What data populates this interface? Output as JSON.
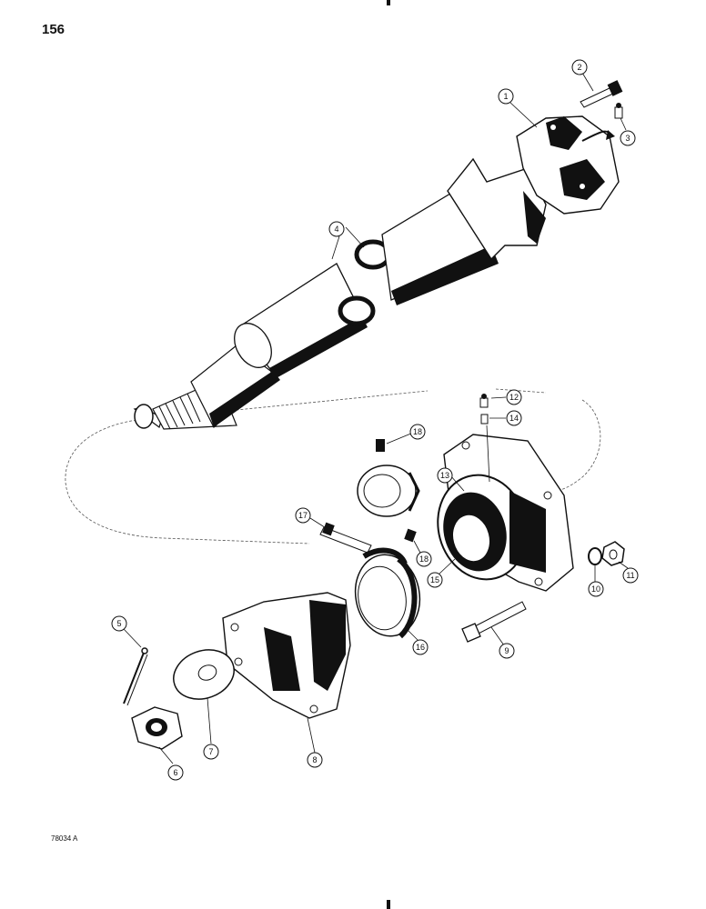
{
  "page": {
    "number": "156",
    "figure_code": "78034 A"
  },
  "callouts": [
    {
      "id": "1",
      "label": "1"
    },
    {
      "id": "2",
      "label": "2"
    },
    {
      "id": "3",
      "label": "3"
    },
    {
      "id": "4",
      "label": "4"
    },
    {
      "id": "5",
      "label": "5"
    },
    {
      "id": "6",
      "label": "6"
    },
    {
      "id": "7",
      "label": "7"
    },
    {
      "id": "8",
      "label": "8"
    },
    {
      "id": "9",
      "label": "9"
    },
    {
      "id": "10",
      "label": "10"
    },
    {
      "id": "11",
      "label": "11"
    },
    {
      "id": "12",
      "label": "12"
    },
    {
      "id": "13",
      "label": "13"
    },
    {
      "id": "14",
      "label": "14"
    },
    {
      "id": "15",
      "label": "15"
    },
    {
      "id": "16",
      "label": "16"
    },
    {
      "id": "17",
      "label": "17"
    },
    {
      "id": "18a",
      "label": "18"
    },
    {
      "id": "18b",
      "label": "18"
    }
  ]
}
